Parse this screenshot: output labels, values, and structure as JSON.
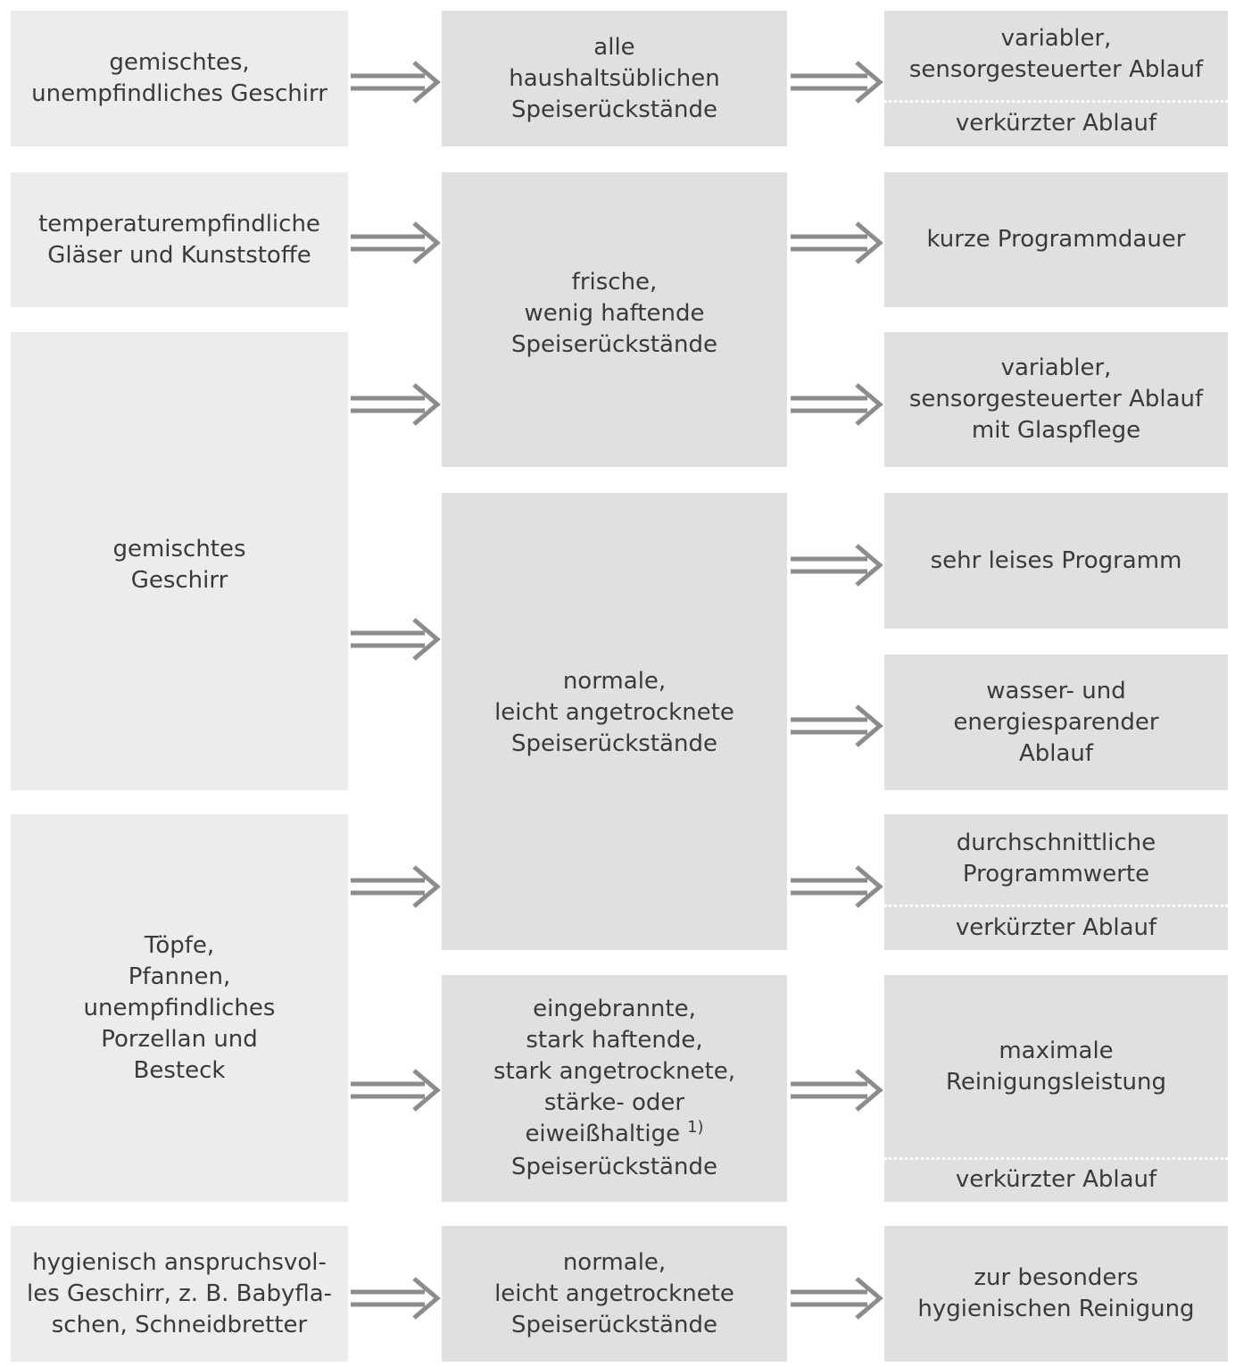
{
  "column1": [
    {
      "id": "r1",
      "lines": [
        "gemischtes,",
        "unempfindliches Geschirr"
      ]
    },
    {
      "id": "r2",
      "lines": [
        "temperaturempfindliche",
        "Gläser und Kunststoffe"
      ]
    },
    {
      "id": "r3",
      "lines": [
        "gemischtes",
        "Geschirr"
      ]
    },
    {
      "id": "r4",
      "lines": [
        "Töpfe,",
        "Pfannen,",
        "unempfindliches",
        "Porzellan und",
        "Besteck"
      ]
    },
    {
      "id": "r5",
      "lines": [
        "hygienisch anspruchsvol-",
        "les Geschirr, z. B. Babyfla-",
        "schen, Schneidbretter"
      ]
    }
  ],
  "column2": [
    {
      "id": "s1",
      "lines": [
        "alle",
        "haushaltsüblichen",
        "Speiserückstände"
      ]
    },
    {
      "id": "s2",
      "lines": [
        "frische,",
        "wenig haftende",
        "Speiserückstände"
      ]
    },
    {
      "id": "s3",
      "lines": [
        "normale,",
        "leicht angetrocknete",
        "Speiserückstände"
      ]
    },
    {
      "id": "s4",
      "lines": [
        "eingebrannte,",
        "stark haftende,",
        "stark angetrocknete,",
        "stärke- oder",
        "eiweißhaltige",
        "Speiserückstände"
      ],
      "footnote": "1)"
    },
    {
      "id": "s5",
      "lines": [
        "normale,",
        "leicht angetrocknete",
        "Speiserückstände"
      ]
    }
  ],
  "column3": [
    {
      "id": "p1",
      "lines": [
        "variabler,",
        "sensorgesteuerter Ablauf"
      ],
      "bottom": "verkürzter Ablauf"
    },
    {
      "id": "p2",
      "lines": [
        "kurze Programmdauer"
      ]
    },
    {
      "id": "p3",
      "lines": [
        "variabler,",
        "sensorgesteuerter Ablauf",
        "mit Glaspflege"
      ]
    },
    {
      "id": "p4",
      "lines": [
        "sehr leises Programm"
      ]
    },
    {
      "id": "p5",
      "lines": [
        "wasser- und",
        "energiesparender",
        "Ablauf"
      ]
    },
    {
      "id": "p6",
      "lines": [
        "durchschnittliche",
        "Programmwerte"
      ],
      "bottom": "verkürzter Ablauf"
    },
    {
      "id": "p7",
      "lines": [
        "maximale",
        "Reinigungsleistung"
      ],
      "bottom": "verkürzter Ablauf"
    },
    {
      "id": "p8",
      "lines": [
        "zur besonders",
        "hygienischen Reinigung"
      ]
    }
  ],
  "colors": {
    "column1_fill": "#ececec",
    "column2_fill": "#e0e0e0",
    "column3_fill": "#e0e0e0",
    "arrow": "#8c8c8c",
    "text": "#3a3a3a"
  }
}
